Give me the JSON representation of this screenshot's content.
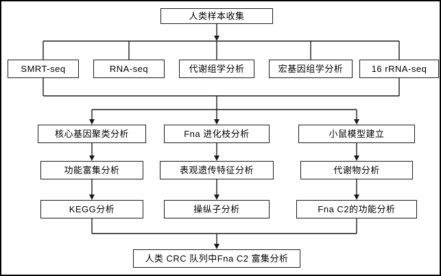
{
  "diagram": {
    "type": "flowchart",
    "language": "zh-CN",
    "colors": {
      "background": "#ffffff",
      "frame_border": "#000000",
      "box_border": "#1a1a1a",
      "box_fill": "#ffffff",
      "line": "#1a1a1a",
      "text": "#000000"
    }
  },
  "nodes": {
    "top": "人类样本收集",
    "row2": [
      "SMRT-seq",
      "RNA-seq",
      "代谢组学分析",
      "宏基因组学分析",
      "16 rRNA-seq"
    ],
    "col1": [
      "核心基因聚类分析",
      "功能富集分析",
      "KEGG分析"
    ],
    "col2": [
      "Fna 进化枝分析",
      "表观遗传特征分析",
      "操纵子分析"
    ],
    "col3": [
      "小鼠模型建立",
      "代谢物分析",
      "Fna C2的功能分析"
    ],
    "bottom": "人类 CRC 队列中Fna C2 富集分析"
  },
  "edges": [
    "人类样本收集 -> {SMRT-seq, RNA-seq, 代谢组学分析, 宏基因组学分析, 16 rRNA-seq}",
    "{SMRT-seq, 16 rRNA-seq} -> {核心基因聚类分析, Fna 进化枝分析, 小鼠模型建立}",
    "核心基因聚类分析 -> 功能富集分析 -> KEGG分析",
    "Fna 进化枝分析 -> 表观遗传特征分析 -> 操纵子分析",
    "小鼠模型建立 -> 代谢物分析 -> Fna C2的功能分析",
    "{KEGG分析, Fna C2的功能分析} -> 人类 CRC 队列中Fna C2 富集分析"
  ]
}
